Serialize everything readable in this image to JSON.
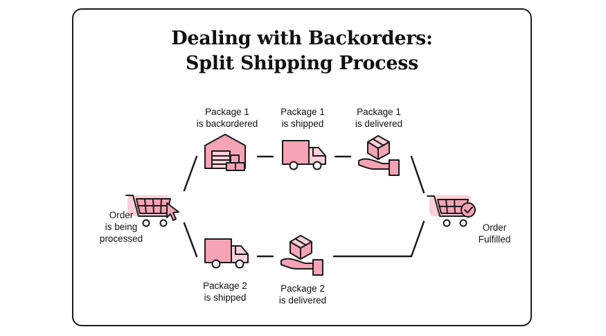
{
  "title": {
    "line1": "Dealing with Backorders:",
    "line2": "Split Shipping Process"
  },
  "nodes": {
    "order_processing": {
      "line1": "Order",
      "line2": "is being",
      "line3": "processed",
      "icon": "shopping-cart-cursor-icon"
    },
    "p1_backordered": {
      "line1": "Package 1",
      "line2": "is backordered",
      "icon": "warehouse-icon"
    },
    "p1_shipped": {
      "line1": "Package 1",
      "line2": "is shipped",
      "icon": "delivery-truck-icon"
    },
    "p1_delivered": {
      "line1": "Package 1",
      "line2": "is delivered",
      "icon": "package-in-hand-icon"
    },
    "p2_shipped": {
      "line1": "Package 2",
      "line2": "is shipped",
      "icon": "delivery-truck-icon"
    },
    "p2_delivered": {
      "line1": "Package 2",
      "line2": "is delivered",
      "icon": "package-in-hand-icon"
    },
    "order_fulfilled": {
      "line1": "Order",
      "line2": "Fulfilled",
      "icon": "shopping-cart-check-icon"
    }
  },
  "colors": {
    "accent": "#f5a3b5",
    "accent_light": "#fbd0da",
    "ink": "#1a1a1a"
  }
}
